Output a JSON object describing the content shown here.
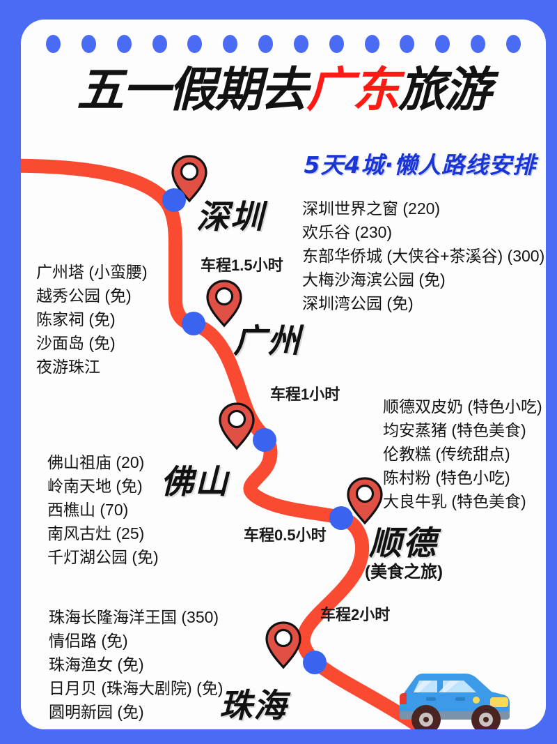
{
  "palette": {
    "background_blue": "#4a6cf5",
    "card_white": "#fdfdfd",
    "route_red": "#fb4a32",
    "node_blue": "#3a63f0",
    "pin_red": "#e05045",
    "title_red": "#ff1a16",
    "subtitle_blue": "#1a35d6",
    "car_blue": "#3d9ae8"
  },
  "header": {
    "title_part1": "五一假期去",
    "title_highlight": "广东",
    "title_part3": "旅游",
    "subtitle": "5天4城·懒人路线安排"
  },
  "icons": {
    "punch_hole": "punch-hole-icon",
    "map_pin": "map-pin-icon",
    "route_node": "route-node-icon",
    "car": "car-icon"
  },
  "punch_holes": 14,
  "route": {
    "stroke_color": "#fb4a32",
    "stroke_width": 20
  },
  "cities": [
    {
      "id": "shenzhen",
      "name": "深圳",
      "subtitle": "",
      "drive_label": "车程1.5小时",
      "attractions": [
        "深圳世界之窗 (220)",
        "欢乐谷 (230)",
        "东部华侨城 (大侠谷+茶溪谷) (300)",
        "大梅沙海滨公园 (免)",
        "深圳湾公园 (免)"
      ]
    },
    {
      "id": "guangzhou",
      "name": "广州",
      "subtitle": "",
      "drive_label": "车程1小时",
      "attractions": [
        "广州塔 (小蛮腰)",
        "越秀公园 (免)",
        "陈家祠 (免)",
        "沙面岛 (免)",
        "夜游珠江"
      ]
    },
    {
      "id": "foshan",
      "name": "佛山",
      "subtitle": "",
      "drive_label": "车程0.5小时",
      "attractions": [
        "佛山祖庙 (20)",
        "岭南天地 (免)",
        "西樵山 (70)",
        "南风古灶 (25)",
        "千灯湖公园 (免)"
      ]
    },
    {
      "id": "shunde",
      "name": "顺德",
      "subtitle": "(美食之旅)",
      "drive_label": "车程2小时",
      "attractions": [
        "顺德双皮奶 (特色小吃)",
        "均安蒸猪 (特色美食)",
        "伦教糕 (传统甜点)",
        "陈村粉 (特色小吃)",
        "大良牛乳 (特色美食)"
      ]
    },
    {
      "id": "zhuhai",
      "name": "珠海",
      "subtitle": "",
      "drive_label": "",
      "attractions": [
        "珠海长隆海洋王国 (350)",
        "情侣路 (免)",
        "珠海渔女 (免)",
        "日月贝 (珠海大剧院) (免)",
        "圆明新园 (免)"
      ]
    }
  ]
}
